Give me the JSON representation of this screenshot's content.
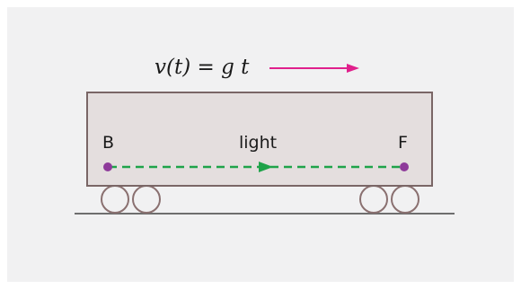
{
  "formula": "v(t) = g t",
  "points": {
    "back_label": "B",
    "front_label": "F"
  },
  "beam_label": "light",
  "colors": {
    "background": "#f1f1f2",
    "car_fill": "#e4dede",
    "car_stroke": "#7a6666",
    "wheel_stroke": "#8a7070",
    "track": "#6e6e6e",
    "velocity_arrow": "#e0208c",
    "light_beam": "#1fa34a",
    "points": "#8e3a9a",
    "text": "#1a1a1a"
  },
  "icons": {
    "velocity_arrow": "arrow-right",
    "light_direction": "triangle-right"
  }
}
